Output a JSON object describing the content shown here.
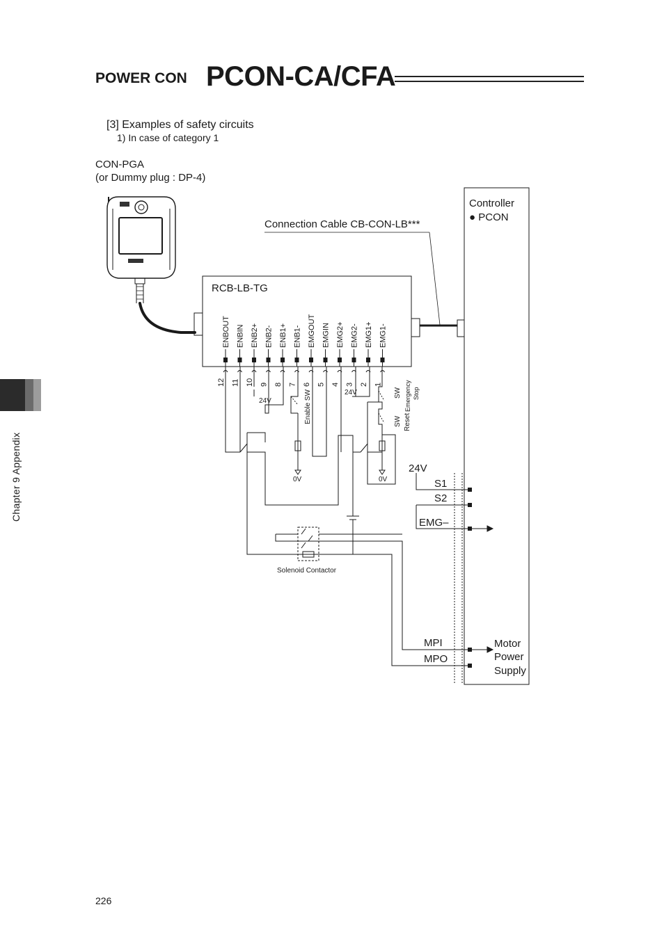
{
  "header": {
    "brand_small": "POWER CON",
    "brand_big": "PCON-CA/CFA"
  },
  "section": {
    "title": "[3] Examples of safety circuits",
    "subtitle": "1) In case of category 1"
  },
  "sidebar": {
    "chapter_label": "Chapter 9  Appendix"
  },
  "footer": {
    "page_number": "226"
  },
  "diagram": {
    "pendant_label_1": "CON-PGA",
    "pendant_label_2": "(or Dummy plug : DP-4)",
    "cable_label": "Connection Cable CB-CON-LB***",
    "adapter_label": "RCB-LB-TG",
    "controller_label_1": "Controller",
    "controller_label_2": "● PCON",
    "terminals": [
      {
        "name": "ENBOUT",
        "pin": "12"
      },
      {
        "name": "ENBIN",
        "pin": "11"
      },
      {
        "name": "ENB2+",
        "pin": "10"
      },
      {
        "name": "ENB2-",
        "pin": "9"
      },
      {
        "name": "ENB1+",
        "pin": "8"
      },
      {
        "name": "ENB1-",
        "pin": "7"
      },
      {
        "name": "EMGOUT",
        "pin": "6"
      },
      {
        "name": "EMGIN",
        "pin": "5"
      },
      {
        "name": "EMG2+",
        "pin": "4"
      },
      {
        "name": "EMG2-",
        "pin": "3"
      },
      {
        "name": "EMG1+",
        "pin": "2"
      },
      {
        "name": "EMG1-",
        "pin": "1"
      }
    ],
    "v24_left": "24V",
    "v24_right": "24V",
    "enable_sw": "Enable SW",
    "estop_sw_1": "SW",
    "estop_sw_2": "Emergency",
    "estop_sw_3": "Stop",
    "reset_sw_1": "SW",
    "reset_sw_2": "Reset",
    "zero_v_left": "0V",
    "zero_v_right": "0V",
    "ctrl_24v": "24V",
    "s1": "S1",
    "s2": "S2",
    "emg": "EMG–",
    "solenoid": "Solenoid Contactor",
    "mpi": "MPI",
    "mpo": "MPO",
    "motor_1": "Motor",
    "motor_2": "Power",
    "motor_3": "Supply"
  }
}
